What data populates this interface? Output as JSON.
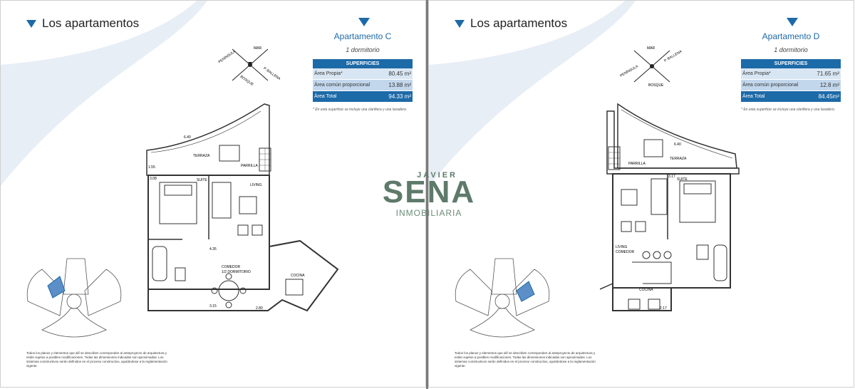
{
  "logo": {
    "top": "JAVIER",
    "main": "SENA",
    "bottom": "INMOBILIARIA"
  },
  "compass_labels": {
    "n": "MAR",
    "w": "PENÍNSULA",
    "e": "P. BALLENA",
    "s": "BOSQUE"
  },
  "pages": [
    {
      "heading": "Los apartamentos",
      "apt_title": "Apartamento C",
      "apt_sub": "1 dormitorio",
      "table": {
        "header": "SUPERFICIES",
        "rows": [
          {
            "label": "Área Propia*",
            "value": "80.45 m²"
          },
          {
            "label": "Área común proporcional",
            "value": "13.88 m²"
          },
          {
            "label": "Área Total",
            "value": "94.33 m²"
          }
        ]
      },
      "note": "* En esta superficie se incluye una clarifiera y una lavadero.",
      "rooms": {
        "terraza": "TERRAZA",
        "parrilla": "PARRILLA",
        "suite": "SUITE",
        "living": "LIVING",
        "comedor": "COMEDOR",
        "dormitorio": "1/2 DORMITORIO",
        "cocina": "COCINA"
      },
      "dims": {
        "d1": "6.40",
        "d2": "1.55",
        "d3": "3.08",
        "d4": "4.35",
        "d5": "3.15",
        "d6": "2.80"
      },
      "disclaimer": "Todos los planos y elementos que allí se describen corresponden al anteproyecto de arquitectura y están sujetos a posibles modificaciones. Todas las dimensiones indicadas son aproximadas. Los sistemas constructivos serán definidos en el proceso constructivo, ajustándose a la reglamentación vigente."
    },
    {
      "heading": "Los apartamentos",
      "apt_title": "Apartamento D",
      "apt_sub": "1 dormitorio",
      "table": {
        "header": "SUPERFICIES",
        "rows": [
          {
            "label": "Área Propia*",
            "value": "71.65 m²"
          },
          {
            "label": "Área común proporcional",
            "value": "12.8 m²"
          },
          {
            "label": "Área Total",
            "value": "84.45m²"
          }
        ]
      },
      "note": "* En esta superficie se incluye una clarifiera y una lavadero.",
      "rooms": {
        "parrilla": "PARRILLA",
        "terraza": "TERRAZA",
        "suite": "SUITE",
        "living": "LIVING",
        "comedor": "COMEDOR",
        "cocina": "COCINA"
      },
      "dims": {
        "d1": "6.40",
        "d2": "3.17",
        "d3": "2.17"
      },
      "disclaimer": "Todos los planos y elementos que allí se describen corresponden al anteproyecto de arquitectura y están sujetos a posibles modificaciones. Todas las dimensiones indicadas son aproximadas. Los sistemas constructivos serán definidos en el proceso constructivo, ajustándose a la reglamentación vigente."
    }
  ]
}
